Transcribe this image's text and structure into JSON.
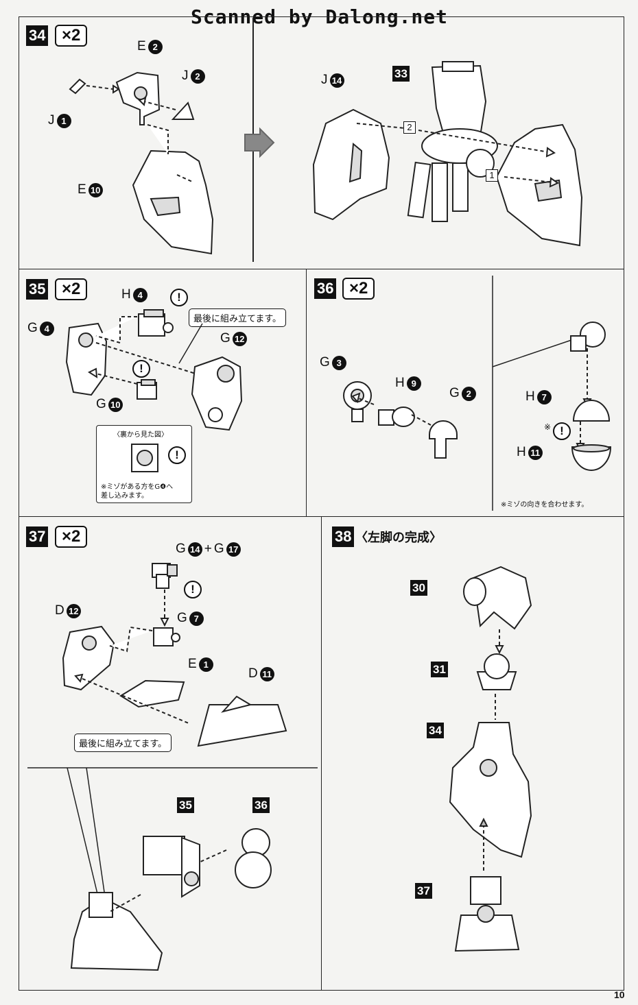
{
  "header": {
    "watermark": "Scanned by Dalong.net"
  },
  "page": {
    "number": "10"
  },
  "steps": {
    "s34": {
      "num": "34",
      "mult": "×2"
    },
    "s35": {
      "num": "35",
      "mult": "×2"
    },
    "s36": {
      "num": "36",
      "mult": "×2"
    },
    "s37": {
      "num": "37",
      "mult": "×2"
    },
    "s38": {
      "num": "38",
      "title": "〈左脚の完成〉"
    }
  },
  "labels": {
    "E2": {
      "letter": "E",
      "num": "2"
    },
    "J2": {
      "letter": "J",
      "num": "2"
    },
    "J1": {
      "letter": "J",
      "num": "1"
    },
    "E10": {
      "letter": "E",
      "num": "10"
    },
    "J14": {
      "letter": "J",
      "num": "14"
    },
    "H4": {
      "letter": "H",
      "num": "4"
    },
    "G4": {
      "letter": "G",
      "num": "4"
    },
    "G12": {
      "letter": "G",
      "num": "12"
    },
    "G10": {
      "letter": "G",
      "num": "10"
    },
    "G3": {
      "letter": "G",
      "num": "3"
    },
    "H9": {
      "letter": "H",
      "num": "9"
    },
    "G2": {
      "letter": "G",
      "num": "2"
    },
    "H7": {
      "letter": "H",
      "num": "7"
    },
    "H11": {
      "letter": "H",
      "num": "11"
    },
    "G14": {
      "letter": "G",
      "num": "14"
    },
    "G17": {
      "letter": "G",
      "num": "17"
    },
    "G7": {
      "letter": "G",
      "num": "7"
    },
    "D12": {
      "letter": "D",
      "num": "12"
    },
    "E1": {
      "letter": "E",
      "num": "1"
    },
    "D11": {
      "letter": "D",
      "num": "11"
    }
  },
  "plus": "+",
  "subassemblies": {
    "s33": "33",
    "s35": "35",
    "s36": "36",
    "s30": "30",
    "s31": "31",
    "s34": "34",
    "s37": "37"
  },
  "order": {
    "one": "1",
    "two": "2"
  },
  "warning_symbol": "!",
  "texts": {
    "assemble_last_35": "最後に組み立てます。",
    "back_view": "〈裏から見た図〉",
    "groove_note_35": "※ミゾがある方をG❹へ差し込みます。",
    "groove_note_35_l1": "※ミゾがある方をG❹へ",
    "groove_note_35_l2": "差し込みます。",
    "note_asterisk": "※",
    "groove_note_36": "※ミゾの向きを合わせます。",
    "assemble_last_37": "最後に組み立てます。"
  }
}
